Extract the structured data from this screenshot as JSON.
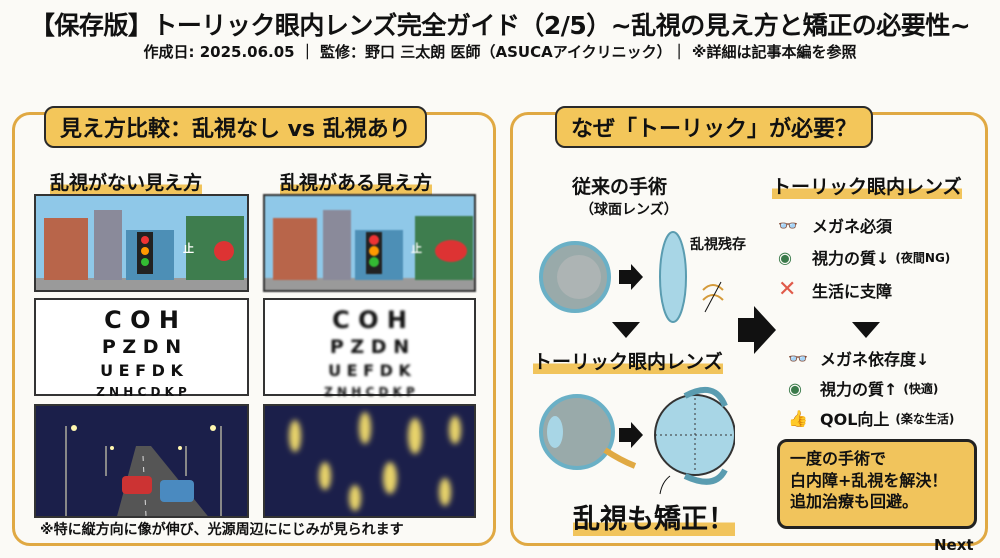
{
  "header": {
    "title": "【保存版】トーリック眼内レンズ完全ガイド（2/5）~乱視の見え方と矯正の必要性~",
    "subtitle": "作成日: 2025.06.05 ｜ 監修：野口 三太朗 医師（ASUCAアイクリニック）｜ ※詳細は記事本編を参照"
  },
  "left": {
    "heading": "見え方比較：乱視なし vs 乱視あり",
    "col_no": "乱視がない見え方",
    "col_yes": "乱視がある見え方",
    "sign": "止",
    "chart_lines": [
      "C O H",
      "P Z D N",
      "U E F D K",
      "Z N H C D K P"
    ],
    "footnote": "※特に縦方向に像が伸び、光源周辺ににじみが見られます"
  },
  "right": {
    "heading": "なぜ「トーリック」が必要？",
    "conventional_title": "従来の手術",
    "conventional_sub": "（球面レンズ）",
    "residual": "乱視残存",
    "toric_title_left": "トーリック眼内レンズ",
    "corrected": "乱視も矯正！",
    "toric_title_right": "トーリック眼内レンズ",
    "before": [
      {
        "icon": "glasses-icon",
        "main": "メガネ必須",
        "note": ""
      },
      {
        "icon": "eye-icon",
        "main": "視力の質↓",
        "note": "(夜間NG)"
      },
      {
        "icon": "x-icon",
        "main": "生活に支障",
        "note": ""
      }
    ],
    "after": [
      {
        "icon": "glasses-icon",
        "main": "メガネ依存度↓",
        "note": ""
      },
      {
        "icon": "eye-icon",
        "main": "視力の質↑",
        "note": "(快適)"
      },
      {
        "icon": "thumbs-up-icon",
        "main": "QOL向上",
        "note": "(楽な生活)"
      }
    ],
    "callout": [
      "一度の手術で",
      "白内障+乱視を解決！",
      "追加治療も回避。"
    ]
  },
  "footer": {
    "next": "Next"
  }
}
